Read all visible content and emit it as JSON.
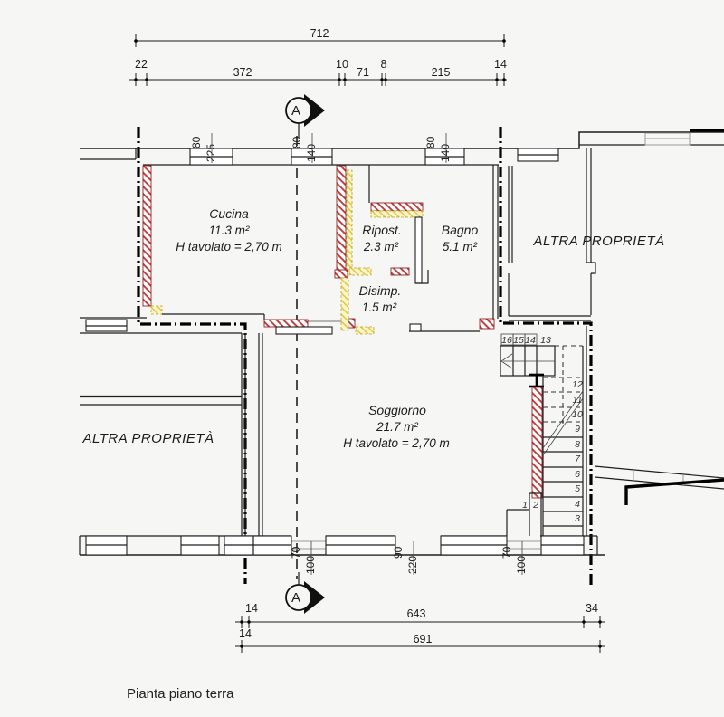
{
  "caption": "Pianta piano terra",
  "section_label": "A",
  "dim_top_total": "712",
  "dim_top": [
    "22",
    "372",
    "10",
    "71",
    "8",
    "215",
    "14"
  ],
  "dim_bottom_row1": [
    "14",
    "643",
    "34"
  ],
  "dim_bottom_row2": [
    "14",
    "691"
  ],
  "win_top": [
    {
      "w": "80",
      "h": "225"
    },
    {
      "w": "80",
      "h": "140"
    },
    {
      "w": "80",
      "h": "140"
    }
  ],
  "win_bottom": [
    {
      "w": "70",
      "h": "100"
    },
    {
      "w": "90",
      "h": "220"
    },
    {
      "w": "70",
      "h": "100"
    }
  ],
  "rooms": {
    "cucina": {
      "name": "Cucina",
      "area": "11.3 m²",
      "note": "H tavolato = 2,70 m"
    },
    "ripost": {
      "name": "Ripost.",
      "area": "2.3 m²"
    },
    "bagno": {
      "name": "Bagno",
      "area": "5.1 m²"
    },
    "disimp": {
      "name": "Disimp.",
      "area": "1.5 m²"
    },
    "soggiorno": {
      "name": "Soggiorno",
      "area": "21.7 m²",
      "note": "H tavolato = 2,70 m"
    }
  },
  "labels": {
    "altra_left": "ALTRA PROPRIETÀ",
    "altra_right": "ALTRA PROPRIETÀ"
  },
  "stairs": {
    "top": [
      "16",
      "15",
      "14",
      "13"
    ],
    "side": [
      "12",
      "11",
      "10",
      "9",
      "8",
      "7",
      "6",
      "5",
      "4",
      "3"
    ],
    "first": [
      "1",
      "2"
    ]
  },
  "colors": {
    "red_hatch": "#bf3b3b",
    "yellow_hatch": "#e0cb45",
    "property_line": "#000000"
  }
}
